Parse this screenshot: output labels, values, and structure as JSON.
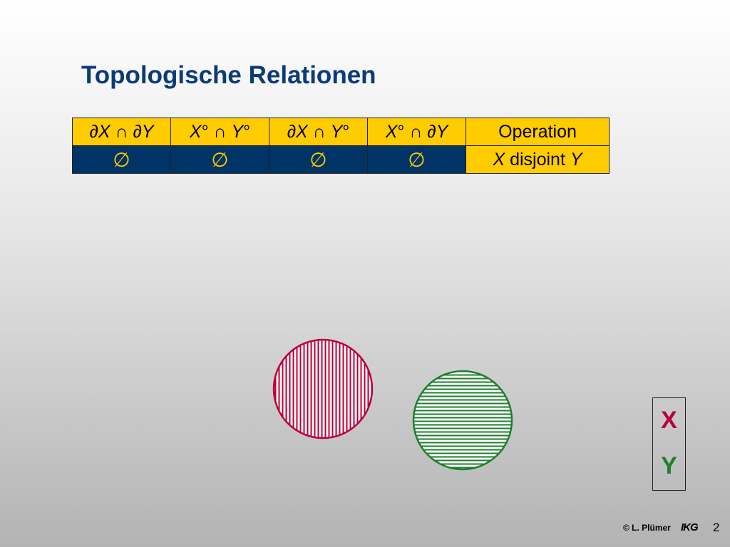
{
  "slide": {
    "title": "Topologische Relationen",
    "page_number": "2",
    "footer": "© L. Plümer",
    "logo_text": "IKG"
  },
  "table": {
    "headers": [
      {
        "prefix": "∂",
        "a": "X",
        "op": " ∩ ",
        "prefix2": "∂",
        "b": "Y",
        "suffix_a": "",
        "suffix_b": ""
      },
      {
        "prefix": "",
        "a": "X",
        "op": " ∩ ",
        "prefix2": "",
        "b": "Y",
        "suffix_a": "°",
        "suffix_b": "°"
      },
      {
        "prefix": "∂",
        "a": "X",
        "op": " ∩ ",
        "prefix2": "",
        "b": "Y",
        "suffix_a": "",
        "suffix_b": "°"
      },
      {
        "prefix": "",
        "a": "X",
        "op": " ∩ ",
        "prefix2": "∂",
        "b": "Y",
        "suffix_a": "°",
        "suffix_b": ""
      }
    ],
    "operation_header": "Operation",
    "values": [
      "∅",
      "∅",
      "∅",
      "∅"
    ],
    "operation": {
      "a": "X",
      "word": " disjoint ",
      "b": "Y"
    }
  },
  "legend": {
    "x_label": "X",
    "y_label": "Y",
    "x_color": "#b8003a",
    "y_color": "#1f7f2e"
  },
  "colors": {
    "title": "#0b3a78",
    "header_bg": "#ffcc00",
    "value_bg": "#003366",
    "value_text": "#ffcc00"
  },
  "shapes": {
    "x_region": {
      "hatch": "vertical",
      "color": "#b8003a"
    },
    "y_region": {
      "hatch": "horizontal",
      "color": "#1f7f2e"
    }
  }
}
